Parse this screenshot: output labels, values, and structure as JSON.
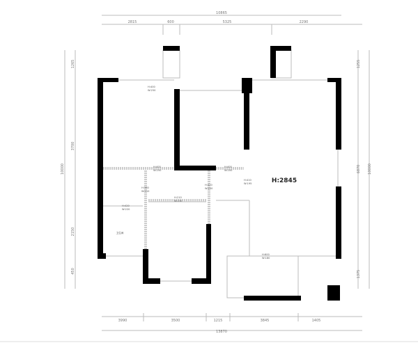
{
  "plan": {
    "main_room_height": "H:2845",
    "room_label": "卫生间",
    "top_dims": {
      "total": "10865",
      "segments": [
        "2815",
        "600",
        "5325",
        "2290"
      ]
    },
    "bottom_dims": {
      "total": "13870",
      "segments": [
        "3990",
        "3500",
        "1215",
        "3845",
        "1405"
      ]
    },
    "left_dims": {
      "total": "10000",
      "segments": [
        "1265",
        "3700",
        "2150",
        "450"
      ]
    },
    "right_dims": {
      "total": "10000",
      "segments": [
        "1255",
        "6870",
        "1375"
      ]
    },
    "openings": [
      {
        "h": "H:400",
        "w": "W:250"
      },
      {
        "h": "H:400",
        "w": "W:250"
      },
      {
        "h": "H:400",
        "w": "W:200"
      },
      {
        "h": "H:360",
        "w": "W:210"
      },
      {
        "h": "H:420",
        "w": "W:250"
      },
      {
        "h": "H:210",
        "w": "W:230"
      },
      {
        "h": "H:420",
        "w": "W:220"
      },
      {
        "h": "H:410",
        "w": "W:195"
      },
      {
        "h": "H:600",
        "w": "W:180"
      }
    ]
  }
}
